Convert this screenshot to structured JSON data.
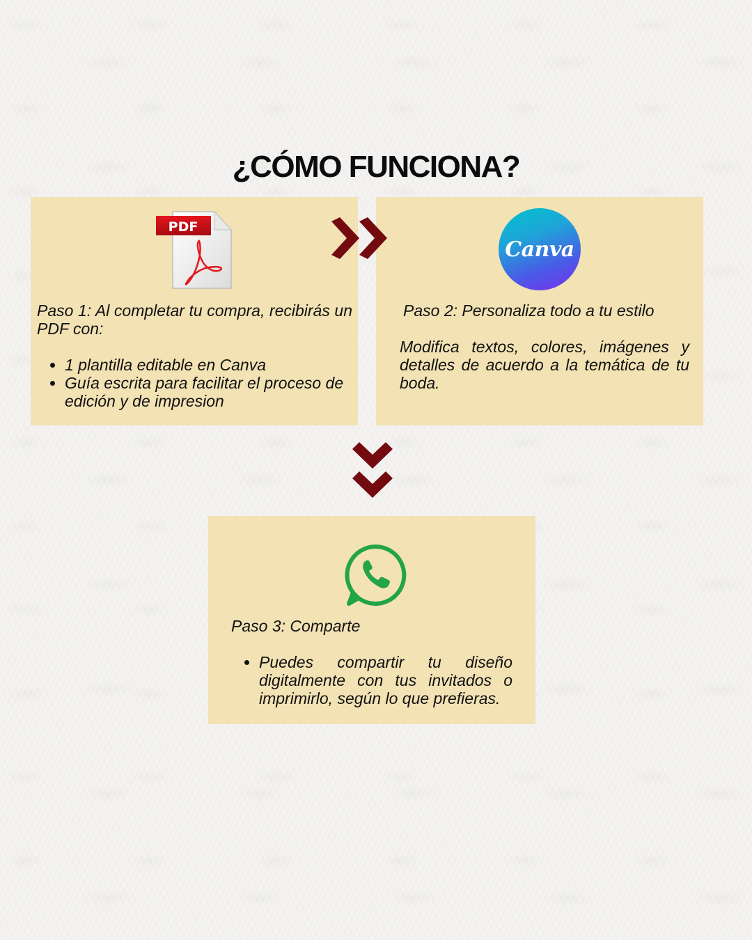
{
  "page": {
    "title": "¿CÓMO FUNCIONA?",
    "colors": {
      "background": "#f4f3f1",
      "card": "#f2e2b4",
      "arrow": "#730a10",
      "whatsapp": "#22a447",
      "pdf_red": "#c4101b"
    }
  },
  "steps": [
    {
      "icon": "pdf-icon",
      "icon_label": "PDF",
      "heading": "Paso 1: Al completar tu compra, recibirás un PDF con:",
      "bullets": [
        "1 plantilla editable en Canva",
        "Guía escrita para facilitar el proceso de edición y de impresion"
      ]
    },
    {
      "icon": "canva-logo-icon",
      "icon_label": "Canva",
      "heading": "Paso 2: Personaliza todo a tu estilo",
      "body": "Modifica textos, colores, imágenes y detalles de acuerdo a la temática de tu boda."
    },
    {
      "icon": "whatsapp-icon",
      "heading": "Paso 3: Comparte",
      "bullets": [
        "Puedes compartir tu diseño digitalmente con tus invitados o imprimirlo, según lo que prefieras."
      ]
    }
  ],
  "connectors": [
    {
      "direction": "right",
      "icon": "double-chevron-right-icon"
    },
    {
      "direction": "down",
      "icon": "double-chevron-down-icon"
    }
  ]
}
